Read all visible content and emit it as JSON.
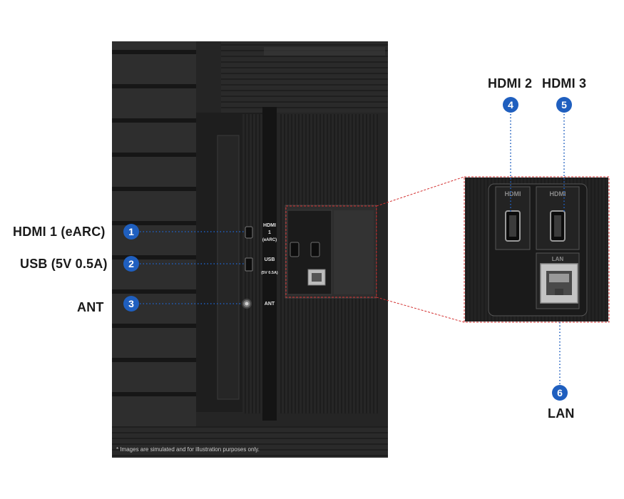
{
  "labels": {
    "hdmi1": "HDMI 1 (eARC)",
    "usb": "USB (5V 0.5A)",
    "ant": "ANT",
    "hdmi2": "HDMI 2",
    "hdmi3": "HDMI 3",
    "lan": "LAN"
  },
  "badges": {
    "b1": "1",
    "b2": "2",
    "b3": "3",
    "b4": "4",
    "b5": "5",
    "b6": "6"
  },
  "panel_text": {
    "hdmi1_line1": "HDMI",
    "hdmi1_line2": "1",
    "hdmi1_line3": "(eARC)",
    "usb_line1": "USB",
    "usb_line2": "(5V 0.5A)",
    "ant": "ANT",
    "zoom_hdmi_a": "HDMI",
    "zoom_hdmi_b": "HDMI",
    "zoom_lan": "LAN"
  },
  "disclaimer": "* Images are simulated and for illustration purposes only.",
  "colors": {
    "accent": "#1f5fbf",
    "zoom_outline": "#d33030",
    "tv_body": "#2b2b2b"
  }
}
